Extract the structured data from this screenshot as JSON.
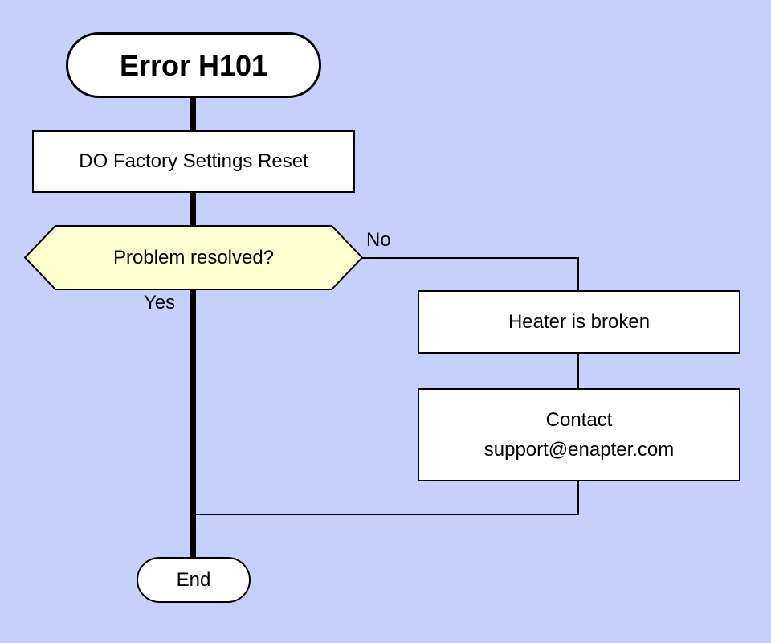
{
  "colors": {
    "background": "#c5d1fa",
    "node_fill": "#ffffff",
    "decision_fill": "#ffffd0",
    "stroke": "#000000"
  },
  "nodes": {
    "start": {
      "label": "Error H101"
    },
    "process": {
      "label": "DO Factory Settings Reset"
    },
    "decision": {
      "label": "Problem resolved?"
    },
    "heater": {
      "label": "Heater is broken"
    },
    "contact": {
      "line1": "Contact",
      "line2": "support@enapter.com"
    },
    "end": {
      "label": "End"
    }
  },
  "edges": {
    "no": {
      "label": "No"
    },
    "yes": {
      "label": "Yes"
    }
  }
}
